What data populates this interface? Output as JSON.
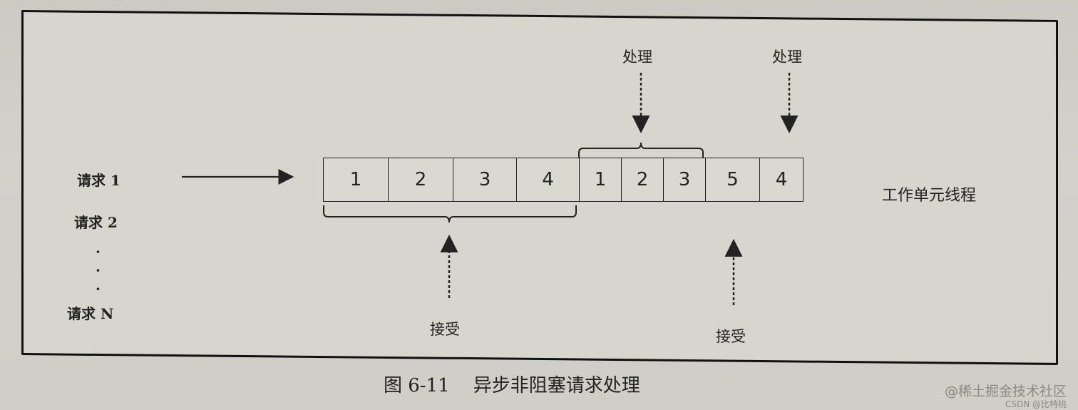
{
  "diagram": {
    "requests": [
      "请求 1",
      "请求 2",
      "请求 N"
    ],
    "ellipsis": "·\n·\n·",
    "thread_cells": [
      {
        "value": "1",
        "width": 90
      },
      {
        "value": "2",
        "width": 90
      },
      {
        "value": "3",
        "width": 88
      },
      {
        "value": "4",
        "width": 87
      },
      {
        "value": "1",
        "width": 58
      },
      {
        "value": "2",
        "width": 58
      },
      {
        "value": "3",
        "width": 58
      },
      {
        "value": "5",
        "width": 75
      },
      {
        "value": "4",
        "width": 60
      }
    ],
    "thread_label": "工作单元线程",
    "process_labels": [
      "处理",
      "处理"
    ],
    "accept_labels": [
      "接受",
      "接受"
    ]
  },
  "caption": "图 6-11    异步非阻塞请求处理",
  "watermark": {
    "line1": "@稀土掘金技术社区",
    "line2": "CSDN @比特桃"
  }
}
